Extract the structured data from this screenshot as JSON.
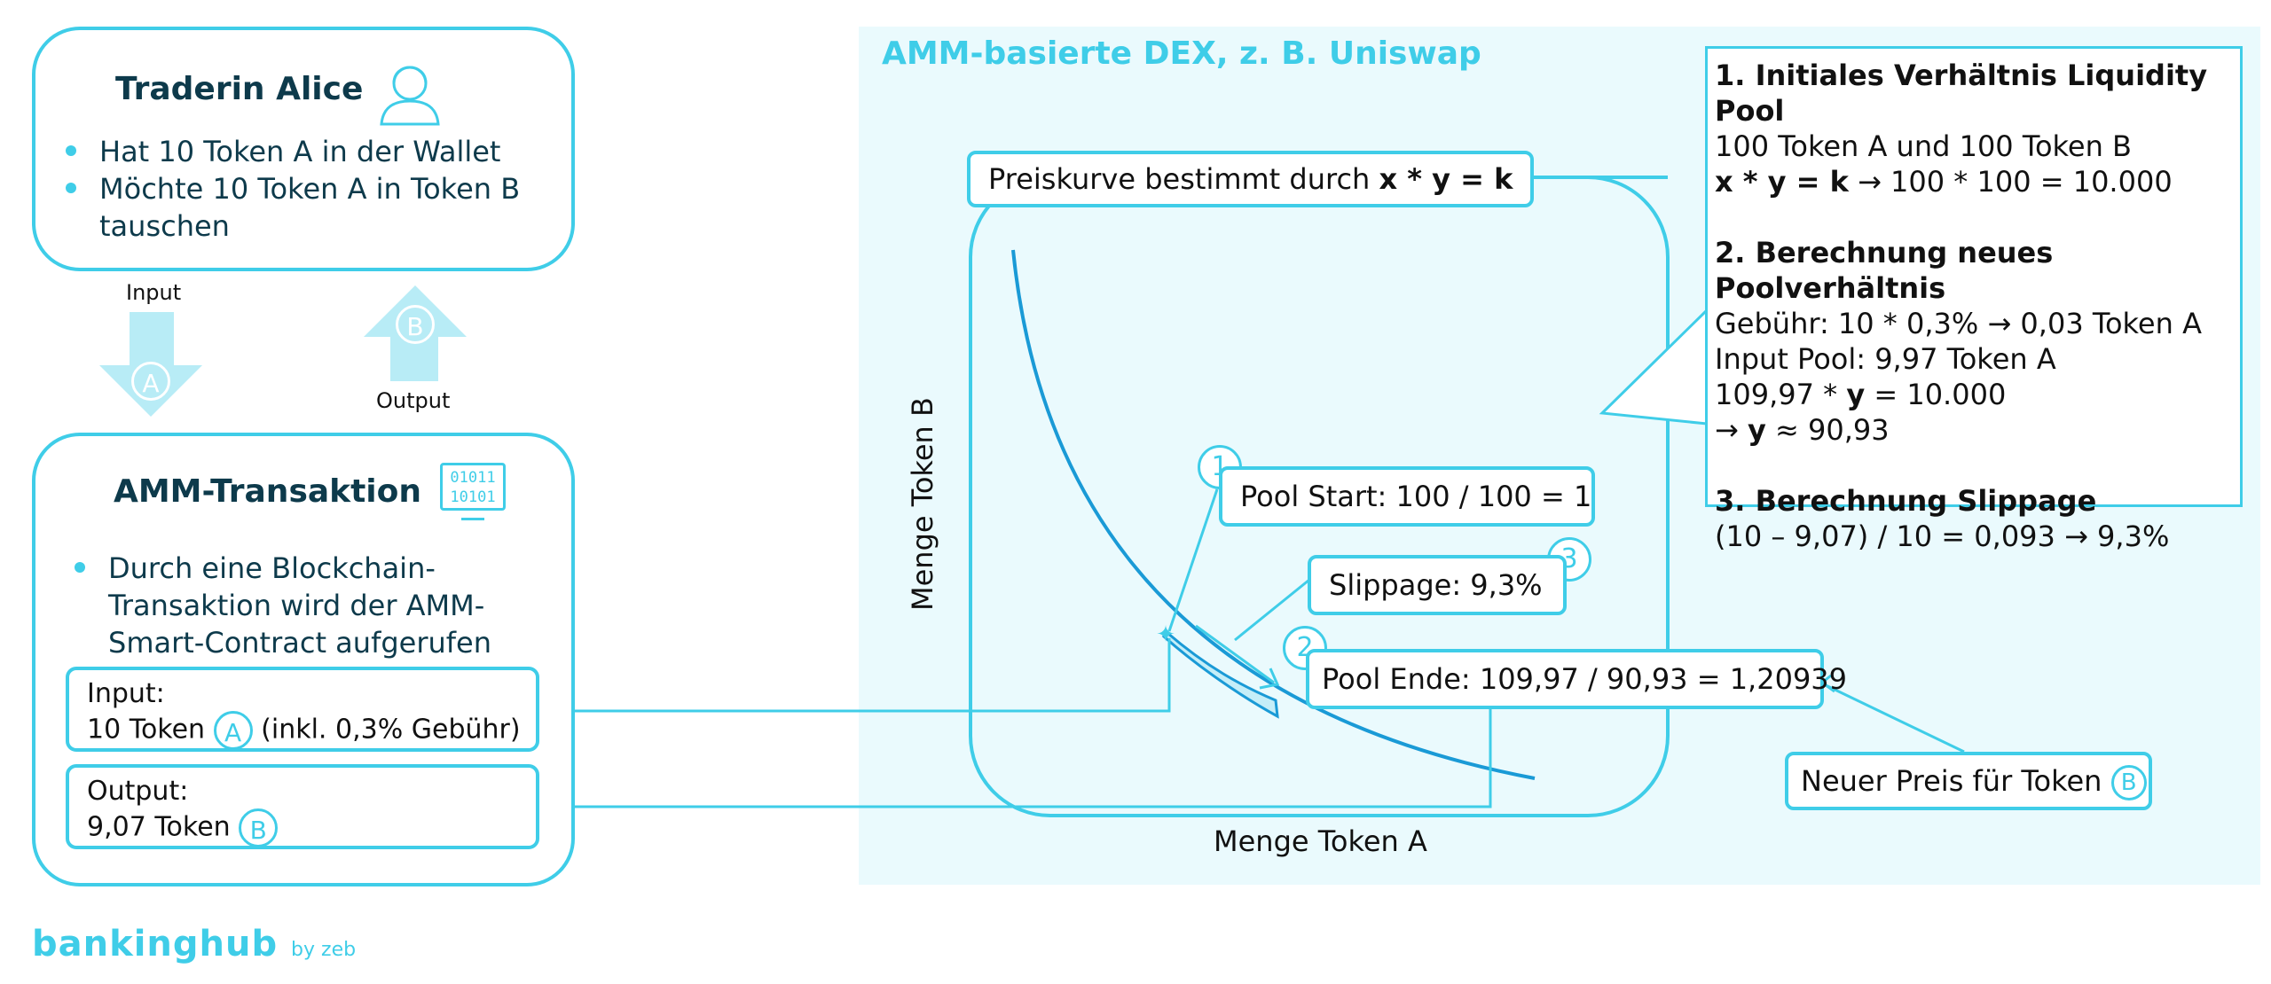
{
  "trader": {
    "title": "Traderin Alice",
    "bullets": [
      "Hat 10 Token A in der Wallet",
      "Möchte 10 Token A in Token B tauschen"
    ]
  },
  "flow": {
    "input_label": "Input",
    "output_label": "Output",
    "token_a": "A",
    "token_b": "B"
  },
  "amm_tx": {
    "title": "AMM-Transaktion",
    "bullet": "Durch eine Blockchain-Transaktion wird der AMM-Smart-Contract aufgerufen",
    "input_title": "Input:",
    "input_amount": "10 Token",
    "input_token": "A",
    "input_note": "(inkl. 0,3% Gebühr)",
    "output_title": "Output:",
    "output_amount": "9,07 Token",
    "output_token": "B",
    "icon_text": [
      "01011",
      "10101"
    ]
  },
  "dex": {
    "title": "AMM-basierte DEX, z. B. Uniswap",
    "curve_label_prefix": "Preiskurve bestimmt durch ",
    "curve_label_formula": "x * y = k",
    "y_axis": "Menge Token B",
    "x_axis": "Menge Token A",
    "pool_start": "Pool Start: 100 / 100 = 1",
    "slippage": "Slippage: 9,3%",
    "pool_end": "Pool Ende: 109,97 / 90,93 = 1,20939",
    "new_price": "Neuer Preis für Token",
    "new_price_token": "B",
    "markers": [
      "1",
      "2",
      "3"
    ]
  },
  "info": {
    "h1": "1. Initiales Verhältnis Liquidity Pool",
    "l1a": "100 Token A und 100 Token B",
    "l1b_bold": "x * y = k",
    "l1b_rest": " → 100 * 100 = 10.000",
    "h2": "2. Berechnung neues Poolverhältnis",
    "l2a": "Gebühr: 10 * 0,3% → 0,03 Token A",
    "l2b": "Input Pool: 9,97 Token A",
    "l2c_pre": "109,97 * ",
    "l2c_bold": "y",
    "l2c_post": " = 10.000",
    "l2d_pre": "→ ",
    "l2d_bold": "y",
    "l2d_post": " ≈ 90,93",
    "h3": "3. Berechnung Slippage",
    "l3": "(10 – 9,07) / 10 = 0,093 → 9,3%"
  },
  "logo": {
    "main": "bankinghub",
    "by": "by zeb"
  },
  "colors": {
    "accent": "#3fcde8",
    "curve": "#1a9ad6",
    "dex_bg": "#eafafd",
    "text": "#0d3a4b"
  }
}
